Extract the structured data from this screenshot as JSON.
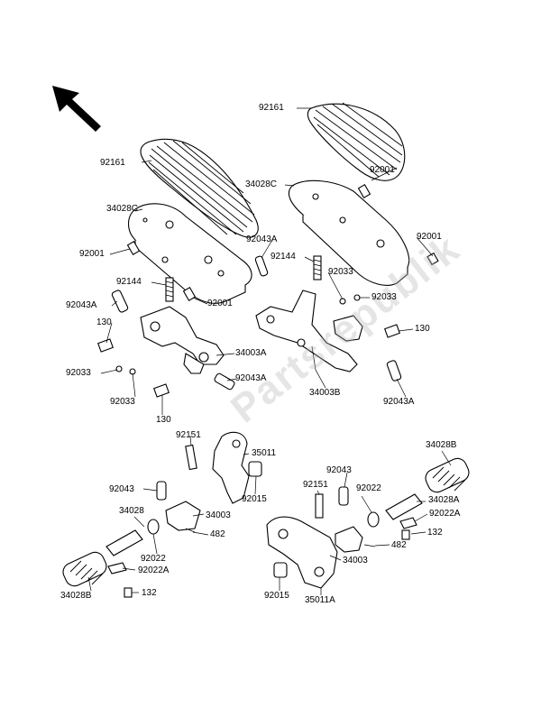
{
  "watermark": "Partsrepublik",
  "labels": [
    {
      "id": "l1",
      "text": "92161"
    },
    {
      "id": "l2",
      "text": "92161"
    },
    {
      "id": "l3",
      "text": "92001"
    },
    {
      "id": "l4",
      "text": "34028C"
    },
    {
      "id": "l5",
      "text": "34028C"
    },
    {
      "id": "l6",
      "text": "92001"
    },
    {
      "id": "l7",
      "text": "92043A"
    },
    {
      "id": "l8",
      "text": "92001"
    },
    {
      "id": "l9",
      "text": "92144"
    },
    {
      "id": "l10",
      "text": "92144"
    },
    {
      "id": "l11",
      "text": "92033"
    },
    {
      "id": "l12",
      "text": "92043A"
    },
    {
      "id": "l13",
      "text": "92001"
    },
    {
      "id": "l14",
      "text": "92033"
    },
    {
      "id": "l15",
      "text": "130"
    },
    {
      "id": "l16",
      "text": "130"
    },
    {
      "id": "l17",
      "text": "34003A"
    },
    {
      "id": "l18",
      "text": "92033"
    },
    {
      "id": "l19",
      "text": "92043A"
    },
    {
      "id": "l20",
      "text": "92033"
    },
    {
      "id": "l21",
      "text": "34003B"
    },
    {
      "id": "l22",
      "text": "130"
    },
    {
      "id": "l23",
      "text": "92043A"
    },
    {
      "id": "l24",
      "text": "92151"
    },
    {
      "id": "l25",
      "text": "35011"
    },
    {
      "id": "l26",
      "text": "34028B"
    },
    {
      "id": "l27",
      "text": "92043"
    },
    {
      "id": "l28",
      "text": "92151"
    },
    {
      "id": "l29",
      "text": "92022"
    },
    {
      "id": "l30",
      "text": "92043"
    },
    {
      "id": "l31",
      "text": "92015"
    },
    {
      "id": "l32",
      "text": "34028A"
    },
    {
      "id": "l33",
      "text": "34028"
    },
    {
      "id": "l34",
      "text": "34003"
    },
    {
      "id": "l35",
      "text": "92022A"
    },
    {
      "id": "l36",
      "text": "482"
    },
    {
      "id": "l37",
      "text": "132"
    },
    {
      "id": "l38",
      "text": "92022"
    },
    {
      "id": "l39",
      "text": "482"
    },
    {
      "id": "l40",
      "text": "92022A"
    },
    {
      "id": "l41",
      "text": "34003"
    },
    {
      "id": "l42",
      "text": "34028B"
    },
    {
      "id": "l43",
      "text": "132"
    },
    {
      "id": "l44",
      "text": "92015"
    },
    {
      "id": "l45",
      "text": "35011A"
    }
  ]
}
